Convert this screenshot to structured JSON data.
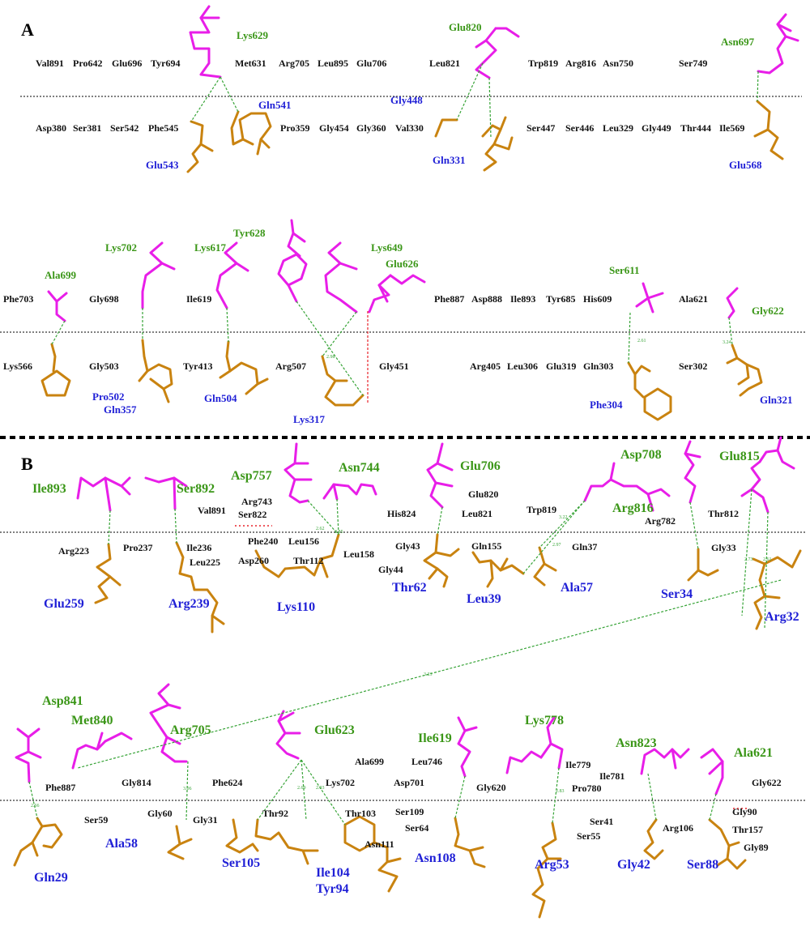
{
  "colors": {
    "chain_a": "#e81ee8",
    "chain_b": "#c98310",
    "label_a": "#3a9617",
    "label_b": "#1f1fd6",
    "hbond": "#36a336",
    "clash": "#e8222a",
    "text": "#111111"
  },
  "panelA": {
    "letter": "A",
    "row1": {
      "labels_a": [
        "Lys629",
        "Glu820",
        "Asn697"
      ],
      "labels_b": [
        "Gln541",
        "Gly448",
        "Glu543",
        "Gln331",
        "Glu568"
      ],
      "top_residues": [
        "Val891",
        "Pro642",
        "Glu696",
        "Tyr694",
        "Met631",
        "Arg705",
        "Leu895",
        "Glu706",
        "Leu821",
        "Trp819",
        "Arg816",
        "Asn750",
        "Ser749"
      ],
      "bottom_residues": [
        "Asp380",
        "Ser381",
        "Ser542",
        "Phe545",
        "Pro359",
        "Gly454",
        "Gly360",
        "Val330",
        "Ser447",
        "Ser446",
        "Leu329",
        "Gly449",
        "Thr444",
        "Ile569"
      ]
    },
    "row2": {
      "labels_a": [
        "Tyr628",
        "Lys702",
        "Lys617",
        "Lys649",
        "Ala699",
        "Glu626",
        "Ser611",
        "Gly622"
      ],
      "labels_b": [
        "Pro502",
        "Gln357",
        "Gln504",
        "Lys317",
        "Phe304",
        "Gln321"
      ],
      "top_residues": [
        "Phe703",
        "Gly698",
        "Ile619",
        "Phe887",
        "Asp888",
        "Ile893",
        "Tyr685",
        "His609",
        "Ala621"
      ],
      "bottom_residues": [
        "Lys566",
        "Gly503",
        "Tyr413",
        "Arg507",
        "Gly451",
        "Arg405",
        "Leu306",
        "Glu319",
        "Gln303",
        "Ser302"
      ]
    }
  },
  "panelB": {
    "letter": "B",
    "row1": {
      "labels_a": [
        "Ile893",
        "Ser892",
        "Asp757",
        "Asn744",
        "Glu706",
        "Asp708",
        "Glu815",
        "Arg816"
      ],
      "labels_b": [
        "Glu259",
        "Arg239",
        "Lys110",
        "Thr62",
        "Leu39",
        "Ala57",
        "Ser34",
        "Arg32"
      ],
      "residues": [
        "Val891",
        "Arg743",
        "Ser822",
        "Glu820",
        "His824",
        "Leu821",
        "Trp819",
        "Arg782",
        "Thr812",
        "Arg223",
        "Pro237",
        "Ile236",
        "Phe240",
        "Leu156",
        "Leu158",
        "Leu225",
        "Asp260",
        "Thr112",
        "Gly43",
        "Gln155",
        "Gln37",
        "Gly44",
        "Gly33"
      ]
    },
    "row2": {
      "labels_a": [
        "Asp841",
        "Met840",
        "Arg705",
        "Glu623",
        "Ile619",
        "Lys778",
        "Asn823",
        "Ala621"
      ],
      "labels_b": [
        "Ala58",
        "Gln29",
        "Ser105",
        "Ile104",
        "Tyr94",
        "Asn108",
        "Arg53",
        "Gly42",
        "Ser88"
      ],
      "residues": [
        "Phe887",
        "Gly814",
        "Phe624",
        "Ala699",
        "Leu746",
        "Lys702",
        "Asp701",
        "Ile779",
        "Ile781",
        "Pro780",
        "Gly620",
        "Gly622",
        "Ser59",
        "Gly60",
        "Gly31",
        "Thr92",
        "Thr103",
        "Ser109",
        "Ser64",
        "Asn111",
        "Ser41",
        "Ser55",
        "Gly90",
        "Arg106",
        "Thr157",
        "Gly89"
      ]
    }
  },
  "bond_labels": [
    "2.73",
    "2.61",
    "3.23",
    "2.69",
    "2.93",
    "3.06",
    "2.66",
    "2.83",
    "3.22",
    "2.62",
    "2.85",
    "2.97",
    "3.24",
    "2.61",
    "2.98"
  ]
}
